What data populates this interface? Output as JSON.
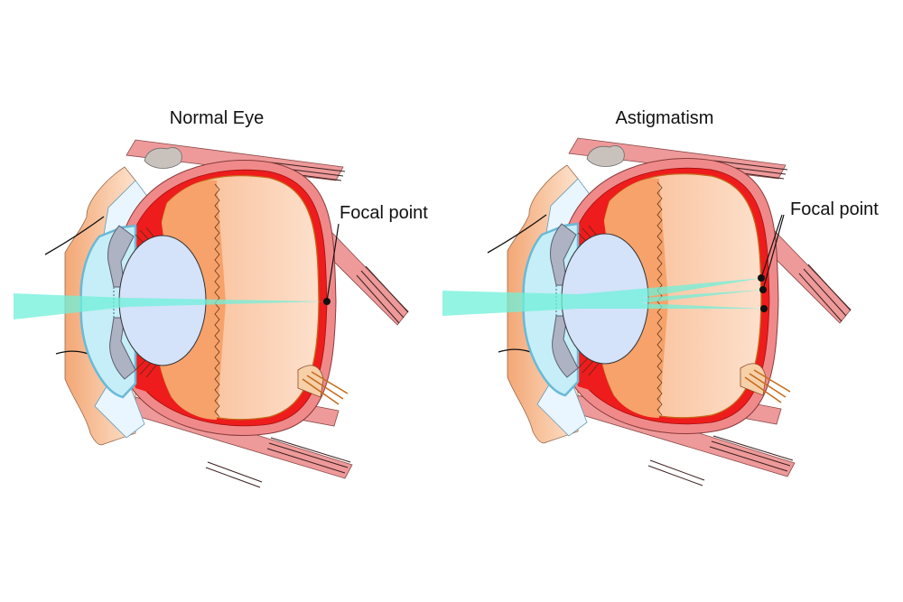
{
  "panels": [
    {
      "title": "Normal Eye",
      "focal_label": "Focal point",
      "focal_point_count": 1
    },
    {
      "title": "Astigmatism",
      "focal_label": "Focal point",
      "focal_point_count": 3
    }
  ],
  "colors": {
    "sclera_outer": "#f08a8a",
    "choroid": "#ee1c1c",
    "vitreous": "#fcc9a8",
    "vitreous_inner": "#f6a26a",
    "retina_line": "#c46a1a",
    "lens": "#d4e2fa",
    "cornea": "#c6eef8",
    "cornea_edge": "#6ab9d6",
    "iris": "#aeb3c4",
    "light_beam": "#6ff0da",
    "muscle": "#ee9a9a",
    "skin": "#f7b98a",
    "fat": "#c9c2bc"
  }
}
